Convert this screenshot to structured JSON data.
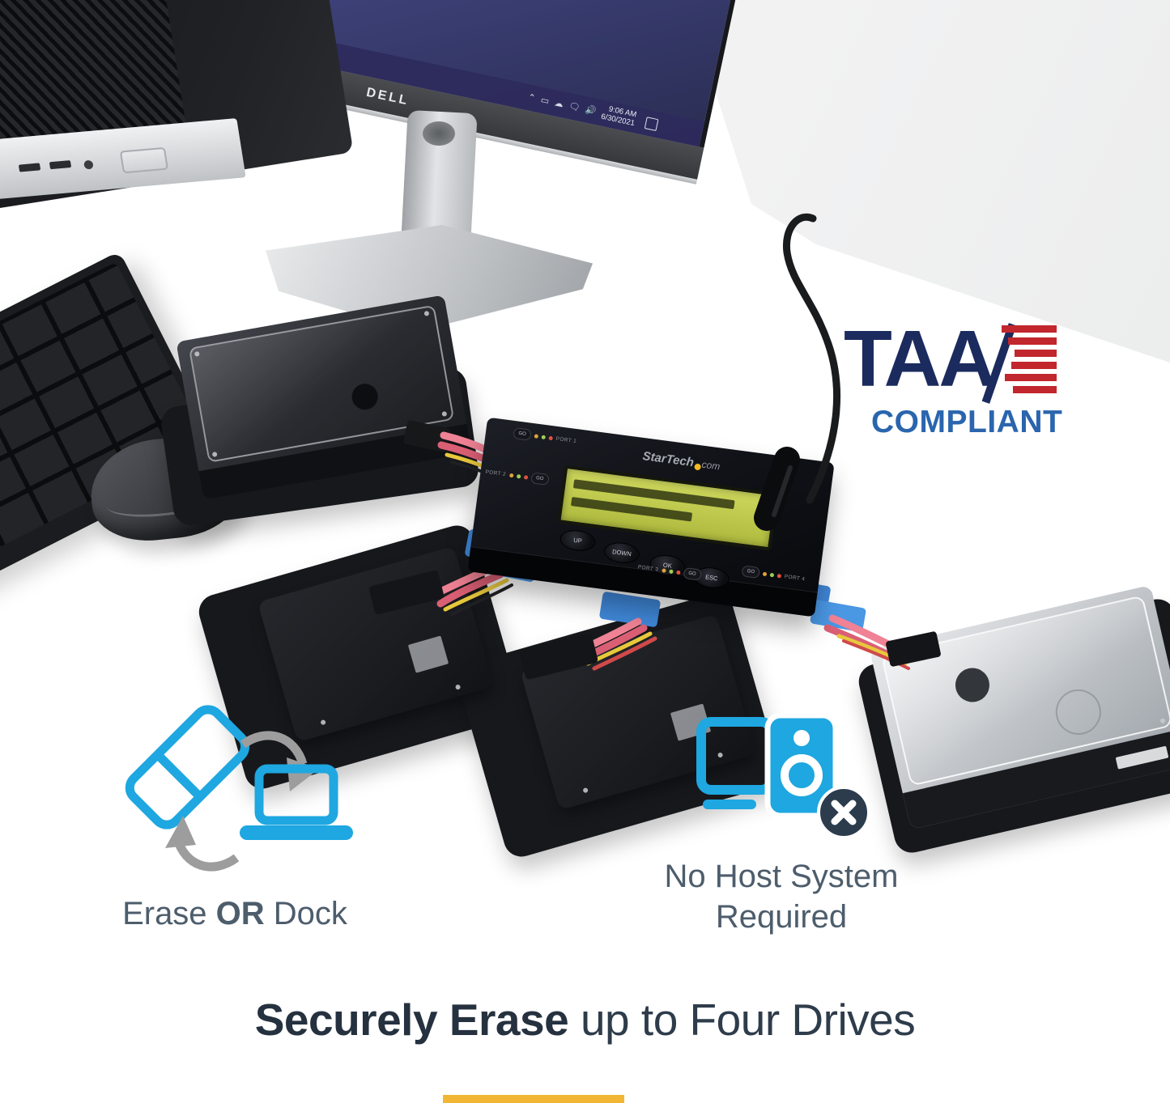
{
  "photo": {
    "monitor": {
      "brand": "DELL",
      "taskbar": {
        "app_icons": [
          "browser-icon",
          "green-app-icon",
          "dim-app-icon"
        ],
        "tray_icons": [
          "⌃",
          "▭",
          "☁",
          "🗨",
          "🔊"
        ],
        "time": "9:06 AM",
        "date": "6/30/2021",
        "action_center": "☐"
      }
    },
    "eraser_device": {
      "brand_main": "StarTech",
      "brand_tld": "com",
      "buttons": [
        "UP",
        "DOWN",
        "OK",
        "ESC"
      ],
      "ports": [
        "PORT 1",
        "PORT 2",
        "PORT 3",
        "PORT 4"
      ],
      "go_label": "GO"
    },
    "drives": [
      "3.5in-hdd-dark",
      "2.5in-ssd",
      "2.5in-ssd",
      "3.5in-hdd-silver"
    ]
  },
  "badges": {
    "taa": {
      "title": "TAA",
      "subtitle": "COMPLIANT"
    }
  },
  "features": {
    "erase_dock": {
      "caption_pre": "Erase ",
      "caption_bold": "OR",
      "caption_post": " Dock"
    },
    "no_host": {
      "line1": "No Host System",
      "line2": "Required"
    }
  },
  "headline": {
    "bold": "Securely Erase",
    "light": " up to Four Drives"
  },
  "icons": {
    "eraser-icon": "blue outline eraser",
    "laptop-icon": "blue outline laptop",
    "rotate-cw-arrow-icon": "⟳",
    "rotate-ccw-arrow-icon": "⟲",
    "monitor-icon": "blue outline display",
    "drive-tower-icon": "blue filled drive",
    "x-badge-icon": "✕"
  },
  "colors": {
    "accent_blue": "#1ea7e0",
    "taa_navy": "#1c2b5e",
    "taa_red": "#c1272d",
    "taa_blue": "#2a65ae",
    "caption": "#4d5d6c",
    "headline": "#25313f",
    "gold": "#f1b634",
    "lcd_green": "#c2ce52"
  }
}
